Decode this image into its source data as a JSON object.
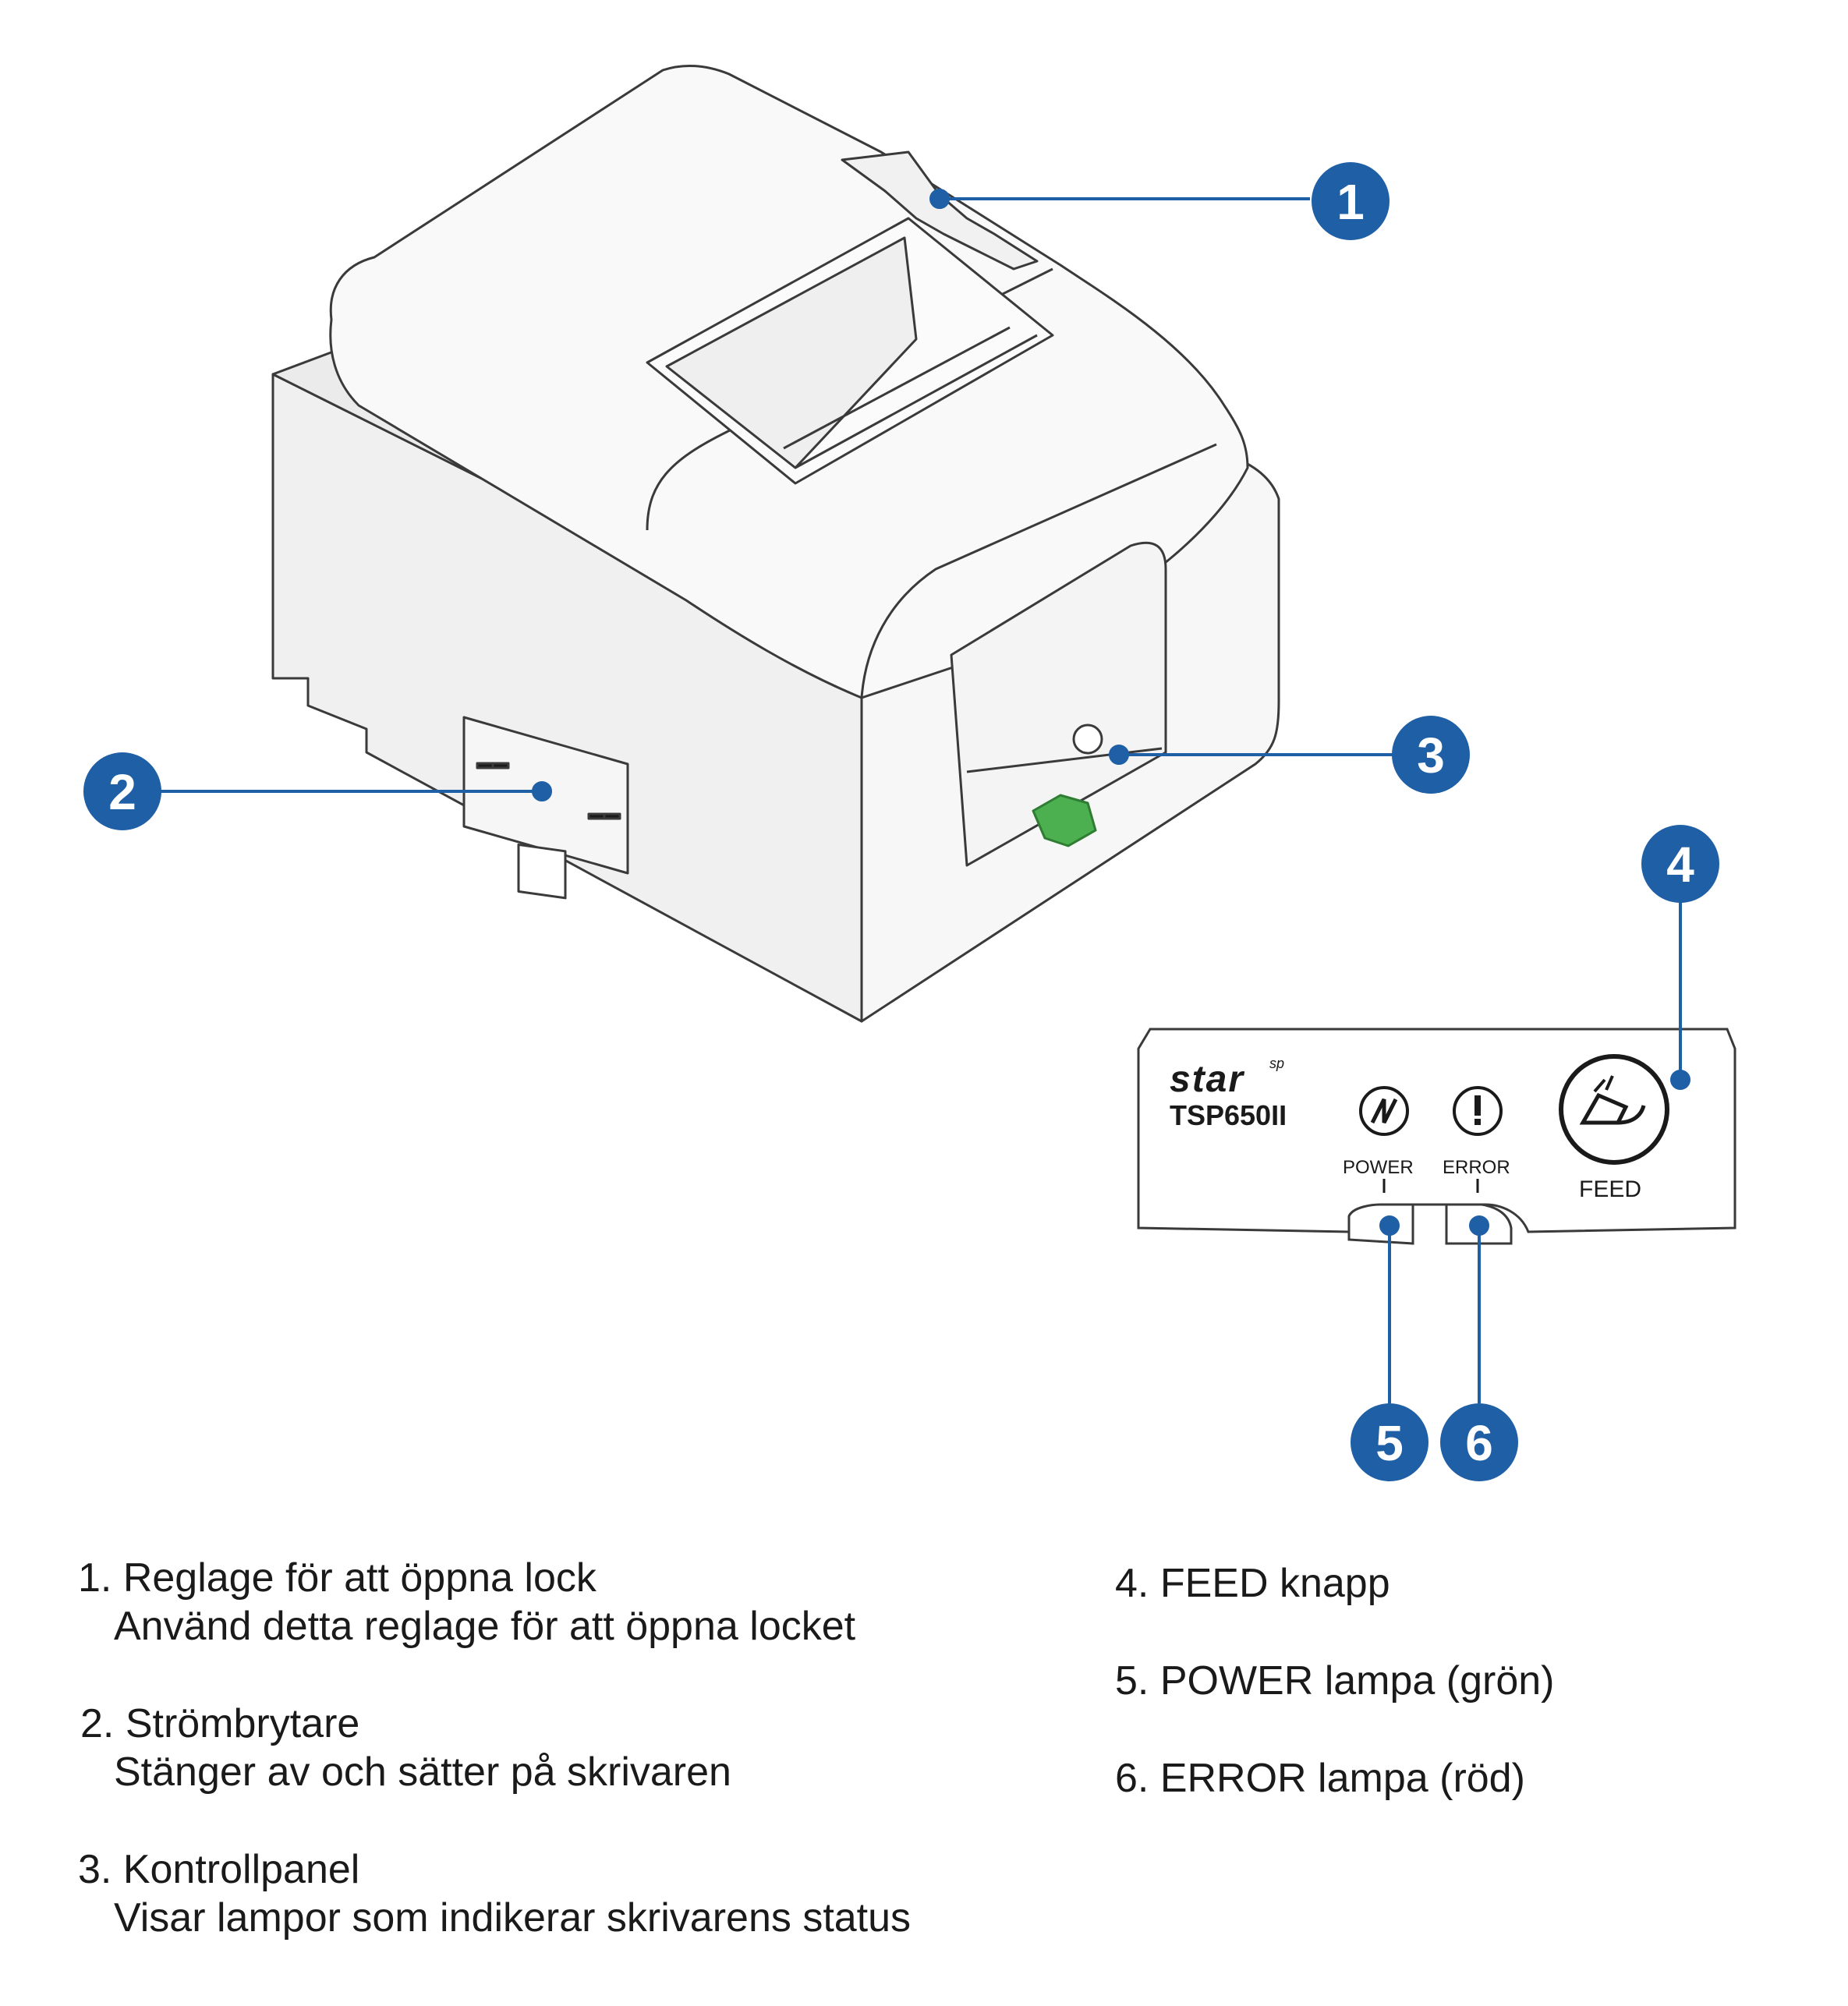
{
  "colors": {
    "callout": "#1f5fa6",
    "line": "#3a3a3a",
    "body": "#f4f4f4",
    "power_led": "#4caf50"
  },
  "callouts": [
    "1",
    "2",
    "3",
    "4",
    "5",
    "6"
  ],
  "panel": {
    "brand": "star",
    "brand_mark": "sp",
    "model": "TSP650II",
    "power_label": "POWER",
    "error_label": "ERROR",
    "feed_label": "FEED",
    "icons": [
      "power-icon",
      "error-icon",
      "feed-icon"
    ]
  },
  "legend": {
    "item1": {
      "title": "1. Reglage för att öppna lock",
      "desc": "Använd detta reglage för att öppna locket"
    },
    "item2": {
      "title": "2. Strömbrytare",
      "desc": "Stänger av och sätter på skrivaren"
    },
    "item3": {
      "title": "3. Kontrollpanel",
      "desc": "Visar lampor som indikerar skrivarens status"
    },
    "item4": {
      "title": "4. FEED knapp"
    },
    "item5": {
      "title": "5. POWER lampa (grön)"
    },
    "item6": {
      "title": "6. ERROR lampa (röd)"
    }
  }
}
